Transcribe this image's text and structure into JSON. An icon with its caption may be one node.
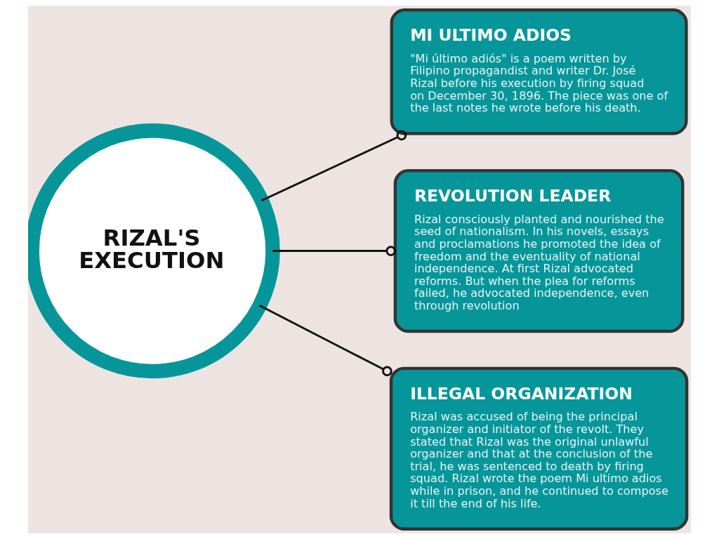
{
  "diagram": {
    "nodes": [
      {
        "text": [
          "RIZAL'S EXECUTION"
        ]
      },
      {
        "text": [
          "MI ULTIMO ADIOS",
          "\"Mi último adiós\" is a poem written by Filipino propagandist and writer Dr. José Rizal before his execution by firing squad on December 30, 1896. The piece was one of the last notes he wrote before his death."
        ]
      },
      {
        "text": [
          "REVOLUTION LEADER",
          "Rizal consciously planted and nourished the seed of nationalism. In his novels, essays and proclamations he promoted the idea of freedom and the eventuality of national independence. At first Rizal advocated reforms. But when the plea for reforms failed, he advocated independence, even through revolution"
        ]
      },
      {
        "text": [
          "ILLEGAL ORGANIZATION",
          "Rizal was accused of being the principal organizer and initiator of the revolt. They stated that Rizal was the original unlawful organizer and that at the conclusion of the trial, he was sentenced to death by firing squad. Rizal wrote the poem Mi ultimo adios while in prison, and he continued to compose it till the end of his life."
        ]
      }
    ],
    "edges": [
      {
        "from": 0,
        "to": 1,
        "arrow": "other"
      },
      {
        "from": 0,
        "to": 2,
        "arrow": "other"
      },
      {
        "from": 0,
        "to": 3,
        "arrow": "other"
      }
    ]
  }
}
